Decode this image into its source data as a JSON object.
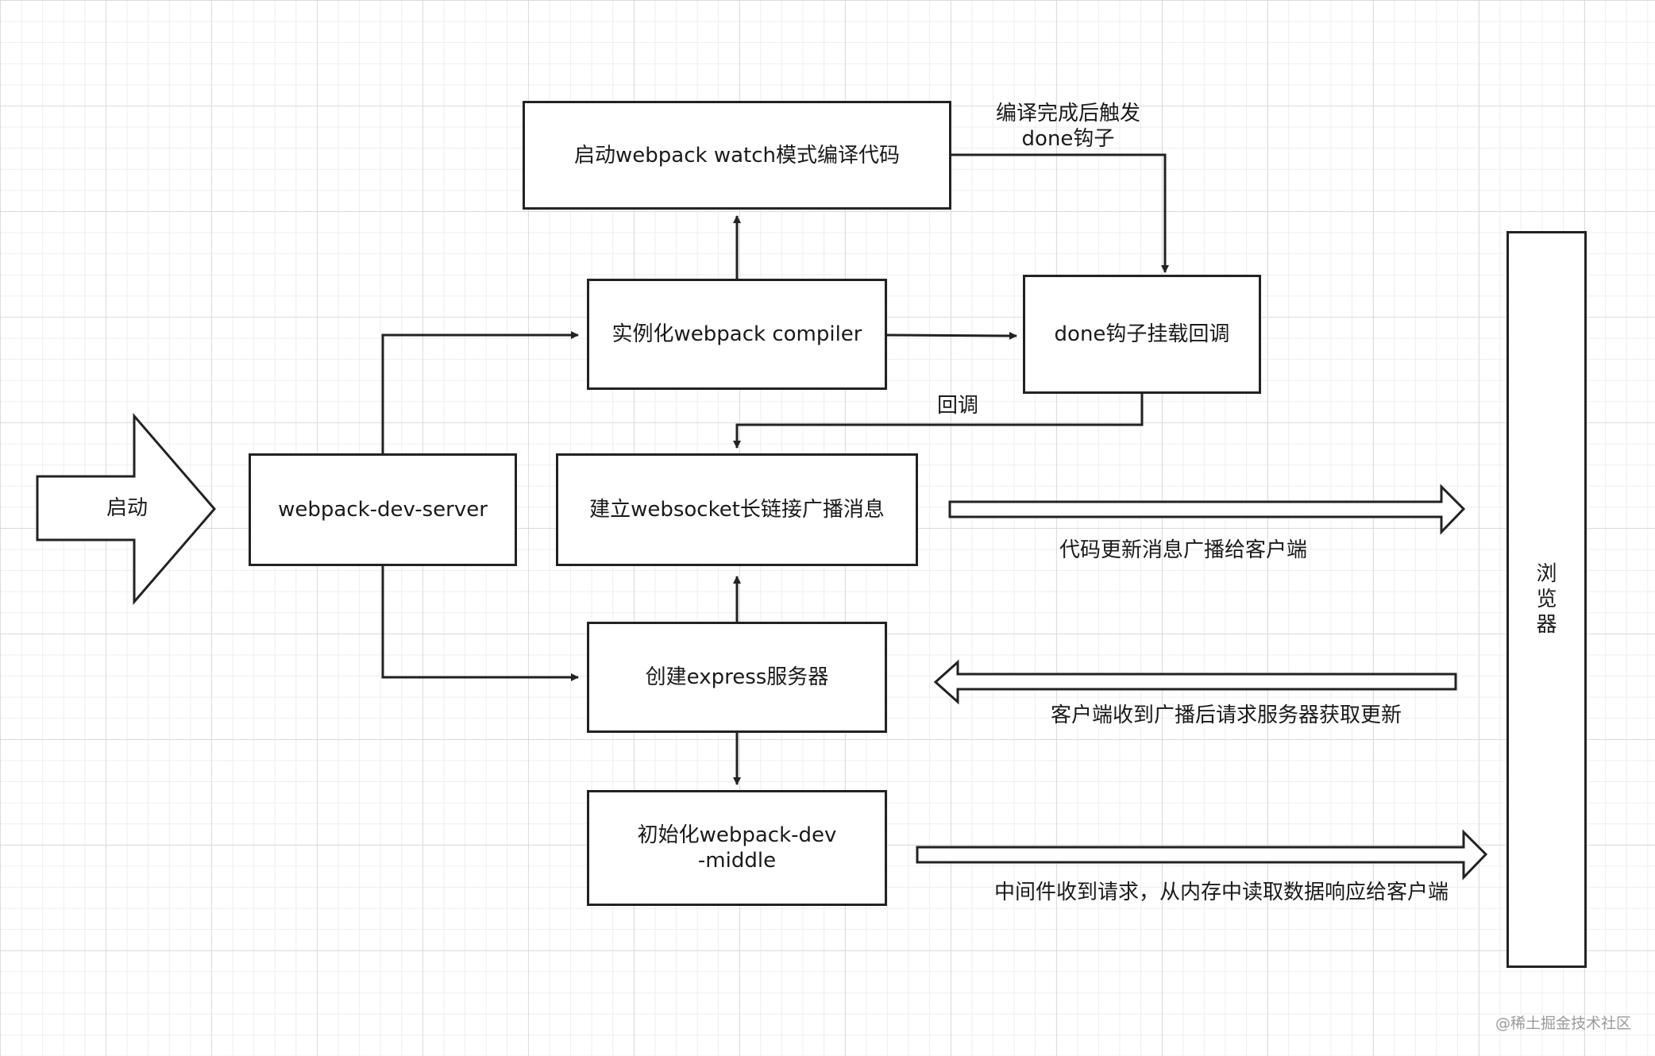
{
  "nodes": {
    "start": "启动",
    "dev_server": "webpack-dev-server",
    "compiler": "实例化webpack compiler",
    "watch": "启动webpack watch模式编译代码",
    "done_hook": "done钩子挂载回调",
    "websocket": "建立websocket长链接广播消息",
    "express": "创建express服务器",
    "middleware": "初始化webpack-dev-middle",
    "browser": "浏览器"
  },
  "edge_labels": {
    "compile_done": "编译完成后触发done钩子",
    "callback": "回调",
    "broadcast": "代码更新消息广播给客户端",
    "client_request": "客户端收到广播后请求服务器获取更新",
    "middleware_response": "中间件收到请求，从内存中读取数据响应给客户端"
  },
  "watermark": "@稀土掘金技术社区",
  "colors": {
    "stroke": "#222222",
    "grid": "#dcdcdc",
    "background": "#ffffff"
  }
}
